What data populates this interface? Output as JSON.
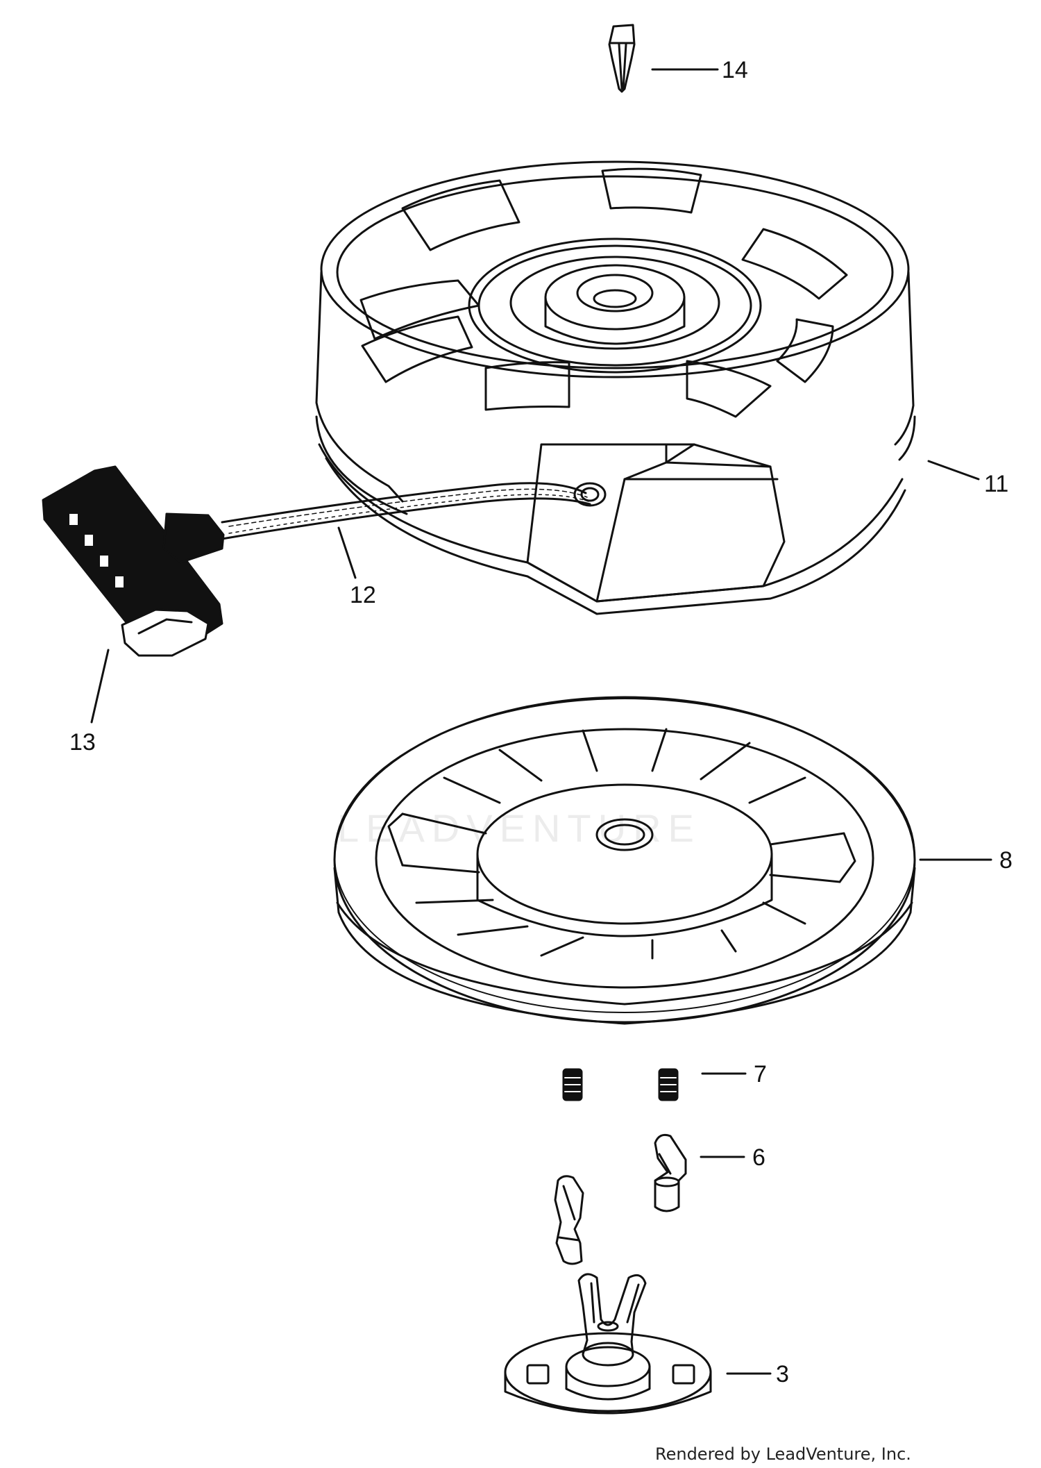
{
  "diagram": {
    "callouts": [
      {
        "id": "14",
        "label": "14"
      },
      {
        "id": "11",
        "label": "11"
      },
      {
        "id": "12",
        "label": "12"
      },
      {
        "id": "13",
        "label": "13"
      },
      {
        "id": "8",
        "label": "8"
      },
      {
        "id": "7",
        "label": "7"
      },
      {
        "id": "6",
        "label": "6"
      },
      {
        "id": "3",
        "label": "3"
      }
    ],
    "watermark": "LEADVENTURE",
    "credit": "Rendered by LeadVenture, Inc."
  },
  "colors": {
    "line": "#111111",
    "handle": "#111111",
    "background": "#ffffff",
    "watermark": "#ececec"
  }
}
